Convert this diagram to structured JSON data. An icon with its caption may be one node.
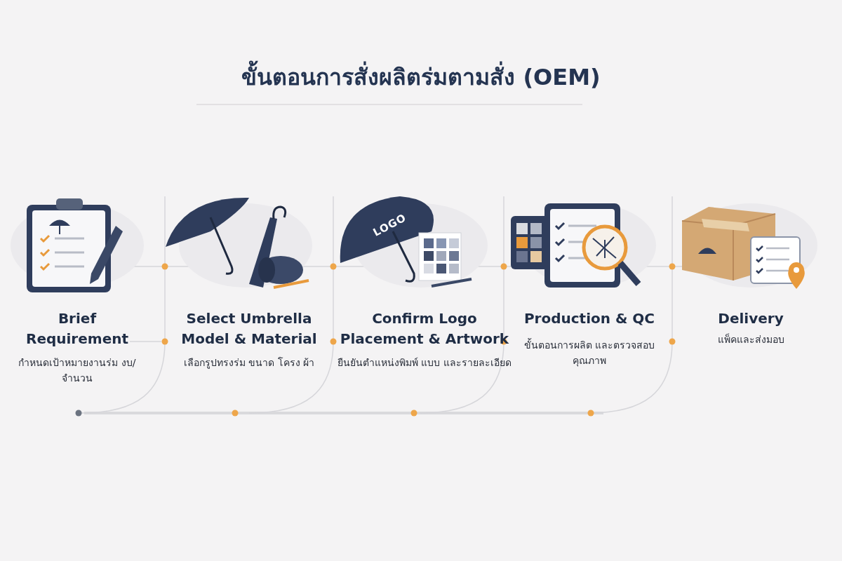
{
  "diagram": {
    "title": "ขั้นตอนการสั่งผลิตร่มตามสั่ง (OEM)",
    "nodes": [
      {
        "text": [
          "Brief Requirement",
          "กำหนดเป้าหมายงานร่ม งบ/จำนวน"
        ]
      },
      {
        "text": [
          "Select Umbrella Model & Material",
          "เลือกรูปทรงร่ม ขนาด โครง ผ้า"
        ]
      },
      {
        "text": [
          "Confirm Logo Placement & Artwork",
          "ยืนยันตำแหน่งพิมพ์ แบบ และรายละเอียด"
        ]
      },
      {
        "text": [
          "Production & QC",
          "ขั้นตอนการผลิต และตรวจสอบคุณภาพ"
        ]
      },
      {
        "text": [
          "Delivery",
          "แพ็คและส่งมอบ"
        ]
      }
    ],
    "labels": [
      "LOGO"
    ]
  }
}
